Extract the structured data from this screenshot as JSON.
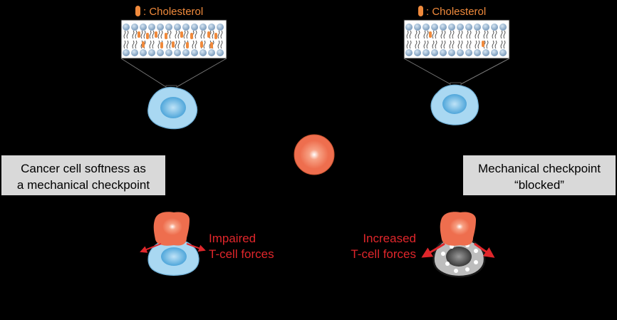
{
  "legend": {
    "left": {
      "label": ": Cholesterol"
    },
    "right": {
      "label": ": Cholesterol"
    }
  },
  "boxes": {
    "left": {
      "line1": "Cancer cell softness as",
      "line2": "a mechanical checkpoint"
    },
    "right": {
      "line1": "Mechanical checkpoint",
      "line2": "“blocked”"
    }
  },
  "force_labels": {
    "left": {
      "line1": "Impaired",
      "line2": "T-cell forces"
    },
    "right": {
      "line1": "Increased",
      "line2": "T-cell forces"
    }
  },
  "colors": {
    "background": "#000000",
    "cholesterol": "#F08A3C",
    "force_text": "#E0262B",
    "label_box": "#D9D9D9",
    "cancer_cell": "#F07B5A",
    "soft_cell": "#A9D8F2",
    "stiff_cell": "#BDBDBD",
    "lipid_head": "#9DB9D6"
  }
}
